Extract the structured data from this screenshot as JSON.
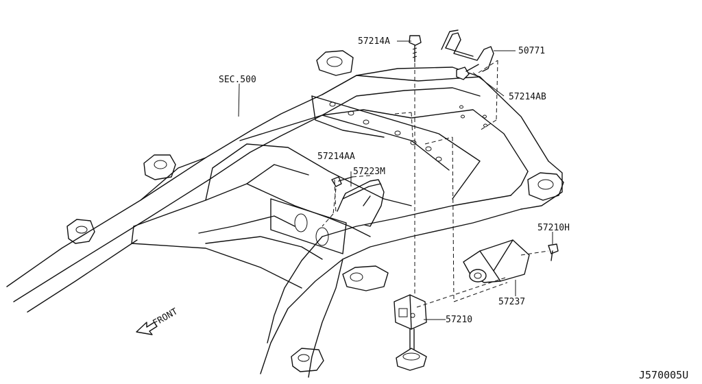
{
  "labels": {
    "sec500": "SEC.500",
    "p57214A": "57214A",
    "p50771": "50771",
    "p57214AB": "57214AB",
    "p57214AA": "57214AA",
    "p57223M": "57223M",
    "p57210H": "57210H",
    "p57237": "57237",
    "p57210": "57210",
    "front": "FRONT"
  },
  "diagram_code": "J570005U"
}
